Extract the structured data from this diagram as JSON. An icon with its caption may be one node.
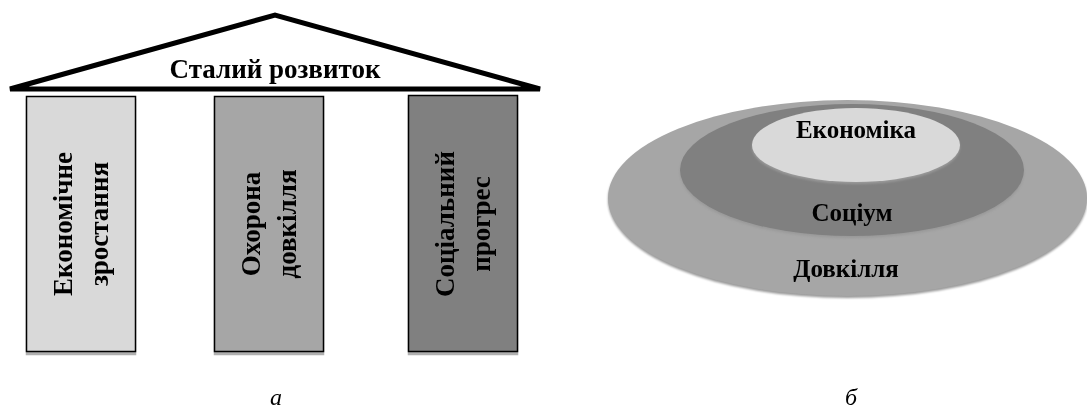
{
  "diagram": {
    "nodes": [
      {
        "text": [
          "Сталий розвиток"
        ]
      },
      {
        "text": [
          "Економічне зростання"
        ]
      },
      {
        "text": [
          "Охорона довкілля"
        ]
      },
      {
        "text": [
          "Соціальний прогрес"
        ]
      },
      {
        "text": [
          "Довкілля"
        ]
      },
      {
        "text": [
          "Соціум"
        ],
        "in": 4
      },
      {
        "text": [
          "Економіка"
        ],
        "in": 5
      }
    ],
    "labels": [
      "а",
      "б"
    ]
  }
}
